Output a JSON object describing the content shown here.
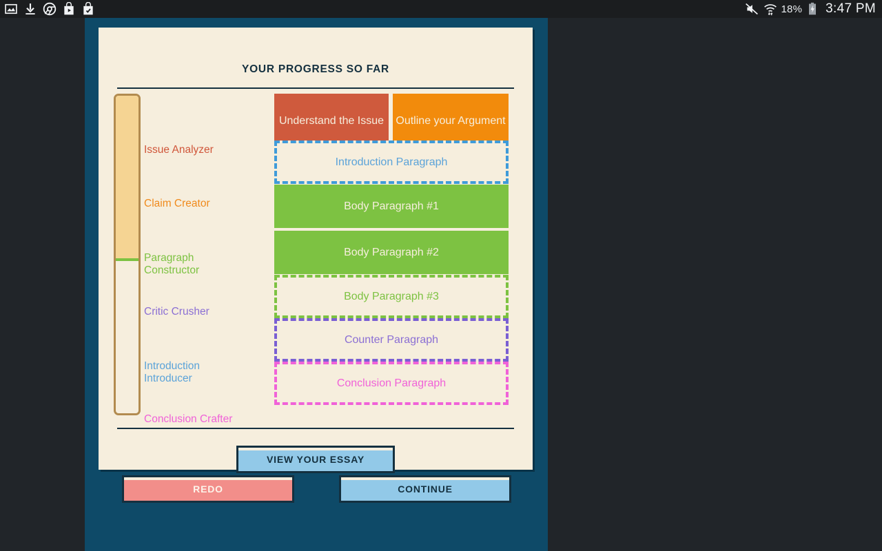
{
  "statusbar": {
    "left_icons": [
      {
        "name": "photo-icon",
        "glyph": "image"
      },
      {
        "name": "download-icon",
        "glyph": "download"
      },
      {
        "name": "chrome-icon",
        "glyph": "chrome"
      },
      {
        "name": "play-store-icon",
        "glyph": "bag-play"
      },
      {
        "name": "play-store-updates-icon",
        "glyph": "bag-check"
      }
    ],
    "mute_icon": "volume-muted-icon",
    "wifi_icon": "wifi-transfer-icon",
    "battery_percent": "18%",
    "battery_icon": "battery-charging-icon",
    "time": "3:47 PM"
  },
  "card": {
    "title": "YOUR PROGRESS SO FAR",
    "progress": {
      "fill_percent": 52,
      "fill_color": "#f5d493",
      "border_color": "#b28b4f",
      "marker_color": "#7dc242"
    },
    "stages": [
      {
        "label": "Issue Analyzer",
        "color": "#d0563a"
      },
      {
        "label": "Claim Creator",
        "color": "#f08a1c"
      },
      {
        "label": "Paragraph\nConstructor",
        "color": "#7dc242"
      },
      {
        "label": "Critic Crusher",
        "color": "#8b6fd4"
      },
      {
        "label": "Introduction\nIntroducer",
        "color": "#5ba3d9"
      },
      {
        "label": "Conclusion Crafter",
        "color": "#f062d8"
      }
    ],
    "blocks": [
      {
        "label": "Understand the Issue",
        "style": "solid",
        "color": "#cf5a3d"
      },
      {
        "label": "Outline your Argument",
        "style": "solid",
        "color": "#f28b0c"
      },
      {
        "label": "Introduction Paragraph",
        "style": "dashed",
        "color": "#5ba3d9"
      },
      {
        "label": "Body Paragraph #1",
        "style": "solid",
        "color": "#7dc242"
      },
      {
        "label": "Body Paragraph #2",
        "style": "solid",
        "color": "#7dc242"
      },
      {
        "label": "Body Paragraph #3",
        "style": "dashed",
        "color": "#7dc242"
      },
      {
        "label": "Counter Paragraph",
        "style": "dashed",
        "color": "#8b6fd4"
      },
      {
        "label": "Conclusion Paragraph",
        "style": "dashed",
        "color": "#f062d8"
      }
    ],
    "view_essay_button": "VIEW YOUR ESSAY"
  },
  "footer": {
    "redo_button": "REDO",
    "continue_button": "CONTINUE"
  },
  "colors": {
    "app_background": "#0e4a68",
    "card_background": "#f6eedd",
    "ink": "#14303f",
    "accent_blue": "#92c9e8",
    "accent_red": "#f28e8a",
    "outside_background": "#212529"
  }
}
